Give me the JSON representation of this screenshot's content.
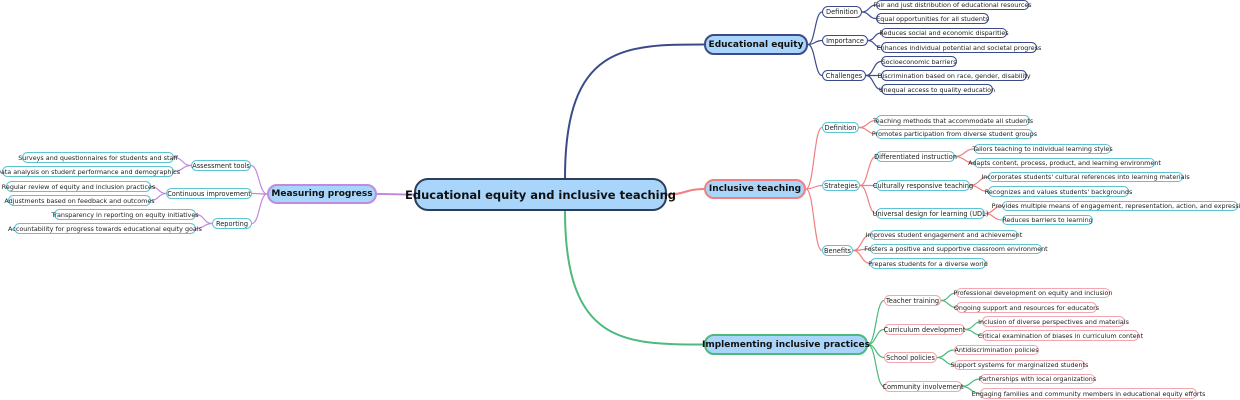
{
  "central": "Educational equity and inclusive teaching",
  "colors": {
    "node_fill": "#a9d5fb",
    "equity": "#3d4a8a",
    "inclusive": "#f08080",
    "implementing": "#4cba7c",
    "measuring": "#c08ae0",
    "teal_border": "#5ec4d2",
    "pink_border": "#f2a6ae"
  },
  "branches": {
    "equity": {
      "label": "Educational equity",
      "children": [
        {
          "label": "Definition",
          "children": [
            "Fair and just distribution of educational resources",
            "Equal opportunities for all students"
          ]
        },
        {
          "label": "Importance",
          "children": [
            "Reduces social and economic disparities",
            "Enhances individual potential and societal progress"
          ]
        },
        {
          "label": "Challenges",
          "children": [
            "Socioeconomic barriers",
            "Discrimination based on race, gender, disability",
            "Unequal access to quality education"
          ]
        }
      ]
    },
    "inclusive": {
      "label": "Inclusive teaching",
      "children": [
        {
          "label": "Definition",
          "children": [
            {
              "label": "Teaching methods that accommodate all students"
            },
            {
              "label": "Promotes participation from diverse student groups"
            }
          ]
        },
        {
          "label": "Strategies",
          "children": [
            {
              "label": "Differentiated instruction",
              "children": [
                "Tailors teaching to individual learning styles",
                "Adapts content, process, product, and learning environment"
              ]
            },
            {
              "label": "Culturally responsive teaching",
              "children": [
                "Incorporates students' cultural references into learning materials",
                "Recognizes and values students' backgrounds"
              ]
            },
            {
              "label": "Universal design for learning (UDL)",
              "children": [
                "Provides multiple means of engagement, representation, action, and expression",
                "Reduces barriers to learning"
              ]
            }
          ]
        },
        {
          "label": "Benefits",
          "children": [
            {
              "label": "Improves student engagement and achievement"
            },
            {
              "label": "Fosters a positive and supportive classroom environment"
            },
            {
              "label": "Prepares students for a diverse world"
            }
          ]
        }
      ]
    },
    "implementing": {
      "label": "Implementing inclusive practices",
      "children": [
        {
          "label": "Teacher training",
          "children": [
            "Professional development on equity and inclusion",
            "Ongoing support and resources for educators"
          ]
        },
        {
          "label": "Curriculum development",
          "children": [
            "Inclusion of diverse perspectives and materials",
            "Critical examination of biases in curriculum content"
          ]
        },
        {
          "label": "School policies",
          "children": [
            "Antidiscrimination policies",
            "Support systems for marginalized students"
          ]
        },
        {
          "label": "Community involvement",
          "children": [
            "Partnerships with local organizations",
            "Engaging families and community members in educational equity efforts"
          ]
        }
      ]
    },
    "measuring": {
      "label": "Measuring progress",
      "children": [
        {
          "label": "Assessment tools",
          "children": [
            "Surveys and questionnaires for students and staff",
            "Data analysis on student performance and demographics"
          ]
        },
        {
          "label": "Continuous improvement",
          "children": [
            "Regular review of equity and inclusion practices",
            "Adjustments based on feedback and outcomes"
          ]
        },
        {
          "label": "Reporting",
          "children": [
            "Transparency in reporting on equity initiatives",
            "Accountability for progress towards educational equity goals"
          ]
        }
      ]
    }
  }
}
